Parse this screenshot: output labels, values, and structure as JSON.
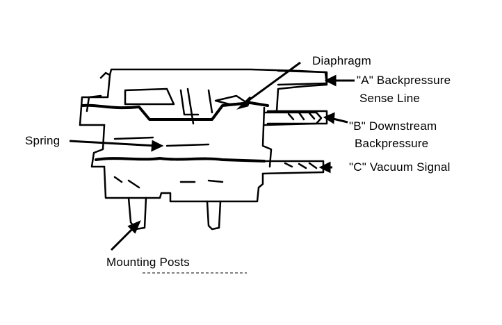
{
  "diagram": {
    "type": "cutaway-component-diagram",
    "subject": "backpressure transducer (vacuum valve)",
    "labels": {
      "diaphragm": "Diaphragm",
      "a_line1": "\"A\" Backpressure",
      "a_line2": "Sense Line",
      "b_line1": "\"B\" Downstream",
      "b_line2": "Backpressure",
      "c_line1": "\"C\" Vacuum Signal",
      "spring": "Spring",
      "mounting_posts": "Mounting Posts"
    },
    "colors": {
      "ink": "#000000",
      "background": "#ffffff"
    }
  }
}
